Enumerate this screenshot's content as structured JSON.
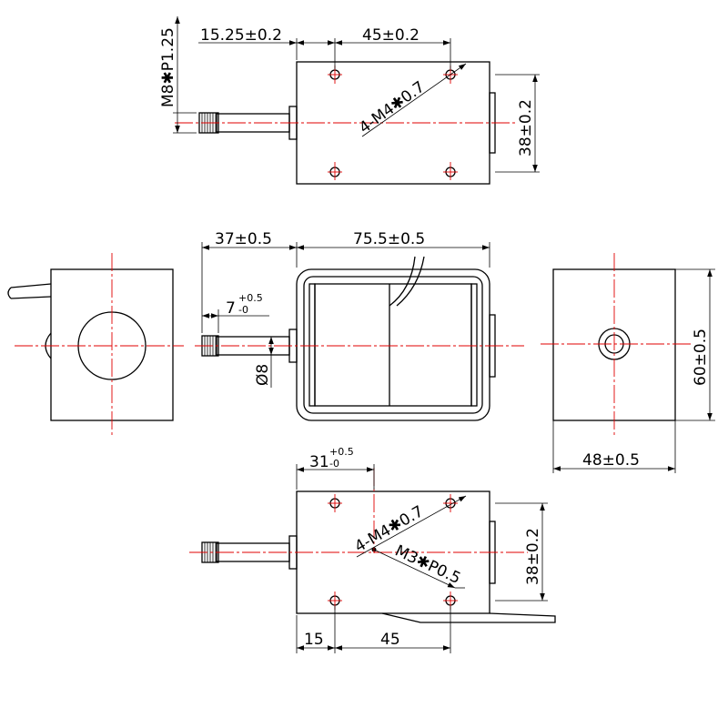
{
  "dimensions": {
    "thread_spec": "M8✱P1.25",
    "plunger_offset_top": "15.25±0.2",
    "hole_spacing_top": "45±0.2",
    "mount_holes_top": "4-M4✱0.7",
    "height_top": "38±0.2",
    "stroke_offset": "37±0.5",
    "body_length": "75.5±0.5",
    "tip_length": "7",
    "tip_tol_upper": "+0.5",
    "tip_tol_lower": "-0",
    "shaft_diameter": "Ø8",
    "body_height": "60±0.5",
    "body_width": "48±0.5",
    "offset_bottom": "31",
    "offset_tol_upper": "+0.5",
    "offset_tol_lower": "-0",
    "mount_holes_bottom": "4-M4✱0.7",
    "center_hole_bottom": "M3✱P0.5",
    "height_bottom": "38±0.2",
    "edge_offset_bottom": "15",
    "hole_spacing_bottom": "45"
  }
}
